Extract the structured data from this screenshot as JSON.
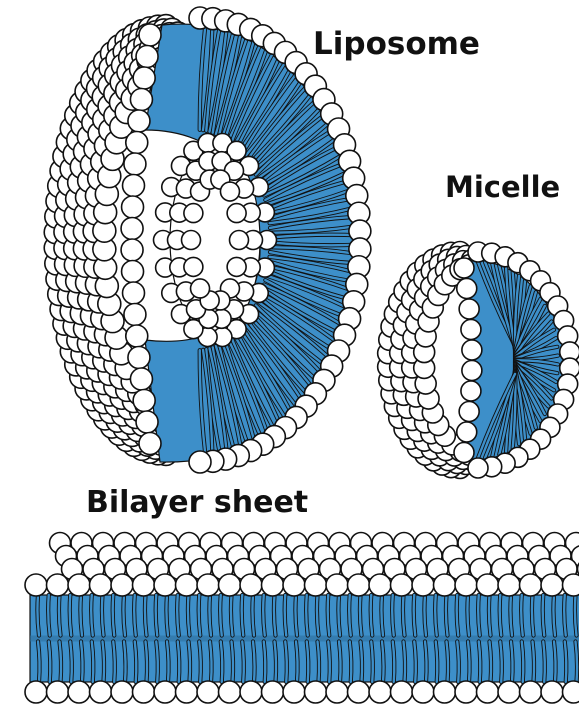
{
  "labels": {
    "liposome": "Liposome",
    "micelle": "Micelle",
    "bilayer": "Bilayer sheet"
  },
  "colors": {
    "tail_blue": "#3d8fc9",
    "tail_dark": "#2e6f9e",
    "outline": "#111111",
    "head_fill": "#ffffff"
  }
}
